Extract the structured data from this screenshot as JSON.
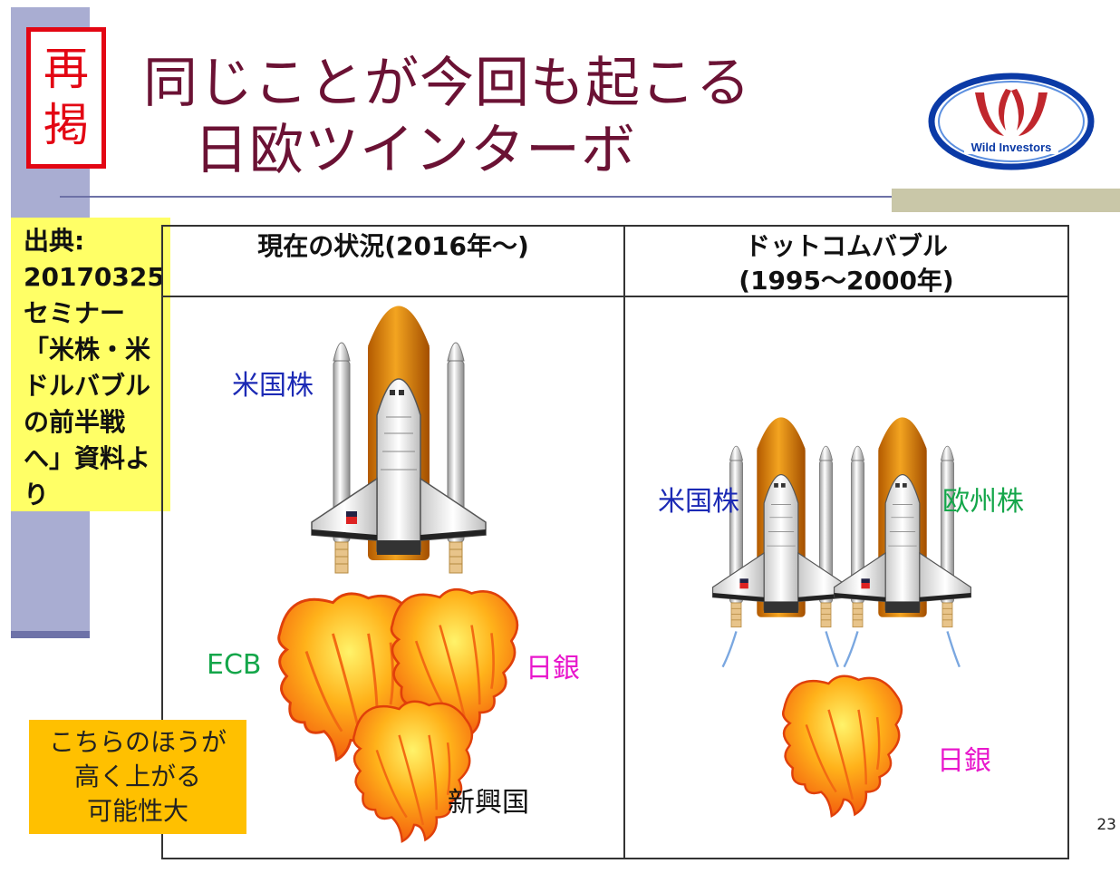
{
  "badge": {
    "line1": "再",
    "line2": "掲"
  },
  "title": {
    "line1": "同じことが今回も起こる",
    "line2": "日欧ツインターボ"
  },
  "logo": {
    "text": "Wild Investors",
    "colors": {
      "ring": "#0b3aa6",
      "mark": "#c0272d"
    }
  },
  "source": {
    "lines": [
      "出典:",
      "20170325",
      "セミナー",
      "「米株・米",
      "ドルバブル",
      "の前半戦",
      "へ」資料よ",
      "り"
    ]
  },
  "table": {
    "left_header": "現在の状況(2016年〜)",
    "right_header_line1": "ドットコムバブル",
    "right_header_line2": "(1995〜2000年)"
  },
  "labels": {
    "left_rocket": "米国株",
    "left_flame_left": "ECB",
    "left_flame_right": "日銀",
    "left_flame_bottom": "新興国",
    "right_rocket_left": "米国株",
    "right_rocket_right": "欧州株",
    "right_flame": "日銀"
  },
  "note": {
    "line1": "こちらのほうが",
    "line2": "高く上がる",
    "line3": "可能性大"
  },
  "page_number": "23",
  "colors": {
    "title": "#6b1234",
    "badge": "#e30613",
    "source_bg": "#ffff66",
    "note_bg": "#ffc000",
    "blue_label": "#1c2ab5",
    "green_label": "#14a64a",
    "magenta_label": "#e817cc",
    "left_bar": "#a9add2"
  }
}
